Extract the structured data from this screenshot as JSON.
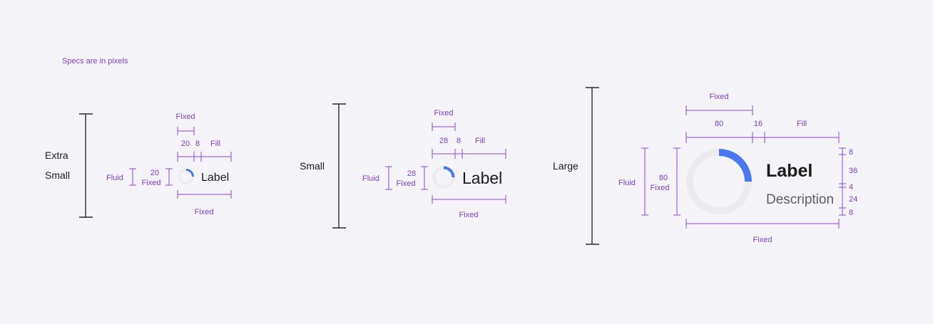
{
  "note": "Specs are in pixels",
  "colors": {
    "annotation": "#7b3fc4",
    "track": "#ebebee",
    "progress": "#4a78f0",
    "text": "#1c1c1c",
    "description": "#5e5e5e"
  },
  "variants": {
    "xs": {
      "size_label_line1": "Extra",
      "size_label_line2": "Small",
      "label": "Label",
      "progress_fraction": 0.25,
      "ann": {
        "top_fixed": "Fixed",
        "w_spinner": "20",
        "w_gap": "8",
        "w_fill": "Fill",
        "fluid": "Fluid",
        "height_value": "20",
        "height_fixed": "Fixed",
        "bottom_fixed": "Fixed"
      }
    },
    "small": {
      "size_label": "Small",
      "label": "Label",
      "progress_fraction": 0.25,
      "ann": {
        "top_fixed": "Fixed",
        "w_spinner": "28",
        "w_gap": "8",
        "w_fill": "Fill",
        "fluid": "Fluid",
        "height_value": "28",
        "height_fixed": "Fixed",
        "bottom_fixed": "Fixed"
      }
    },
    "large": {
      "size_label": "Large",
      "label": "Label",
      "description": "Description",
      "progress_fraction": 0.25,
      "ann": {
        "top_fixed": "Fixed",
        "w_spinner": "80",
        "w_gap": "16",
        "w_fill": "Fill",
        "fluid": "Fluid",
        "height_value": "80",
        "height_fixed": "Fixed",
        "bottom_fixed": "Fixed",
        "v_pad_top": "8",
        "v_label": "36",
        "v_gap": "4",
        "v_desc": "24",
        "v_pad_bottom": "8"
      }
    }
  }
}
